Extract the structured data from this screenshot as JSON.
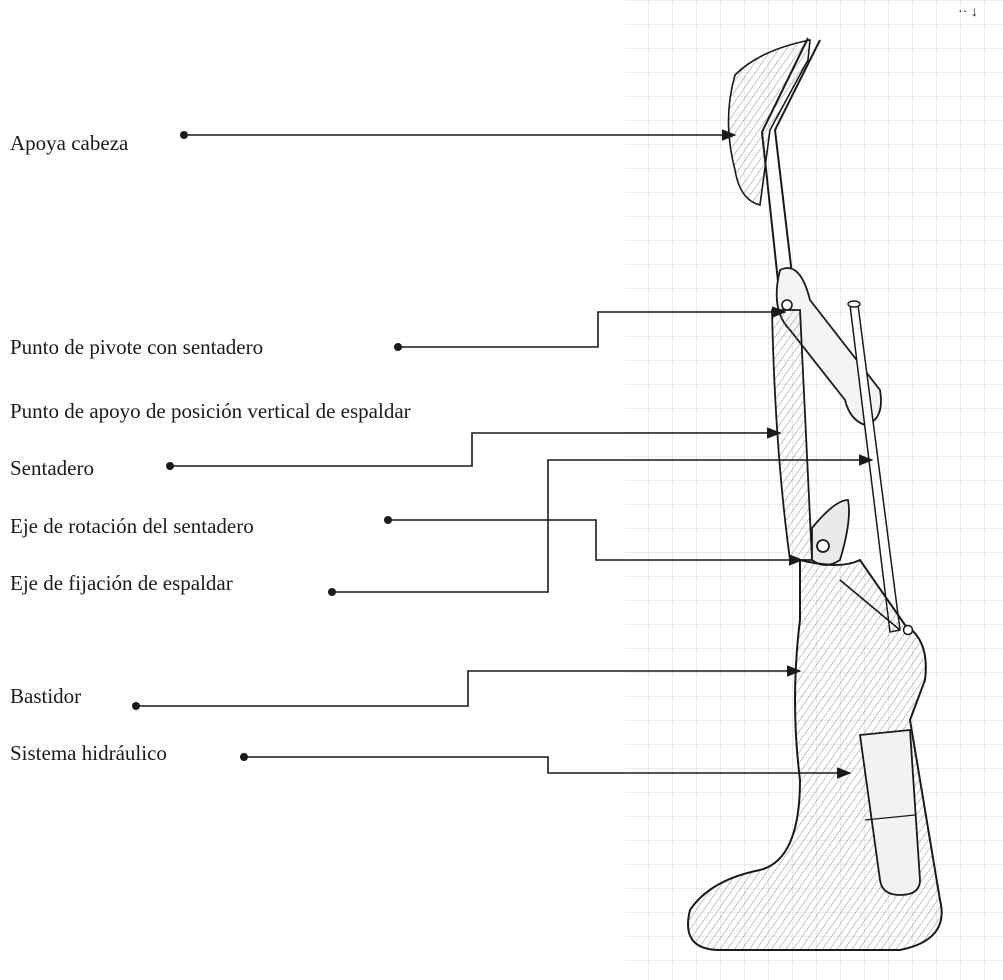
{
  "diagram": {
    "corner_mark": "·· ↓",
    "labels": [
      {
        "id": "apoya-cabeza",
        "text": "Apoya cabeza"
      },
      {
        "id": "punto-pivote",
        "text": "Punto de pivote con sentadero"
      },
      {
        "id": "punto-apoyo",
        "text": "Punto de apoyo de posición vertical de espaldar"
      },
      {
        "id": "sentadero",
        "text": "Sentadero"
      },
      {
        "id": "eje-rotacion",
        "text": "Eje de rotación del sentadero"
      },
      {
        "id": "eje-fijacion",
        "text": "Eje de fijación de espaldar"
      },
      {
        "id": "bastidor",
        "text": "Bastidor"
      },
      {
        "id": "sistema-hidraulico",
        "text": "Sistema hidráulico"
      }
    ]
  },
  "colors": {
    "ink": "#1a1a1a",
    "grid": "#c9c9c9",
    "shade": "#9a9a9a"
  }
}
